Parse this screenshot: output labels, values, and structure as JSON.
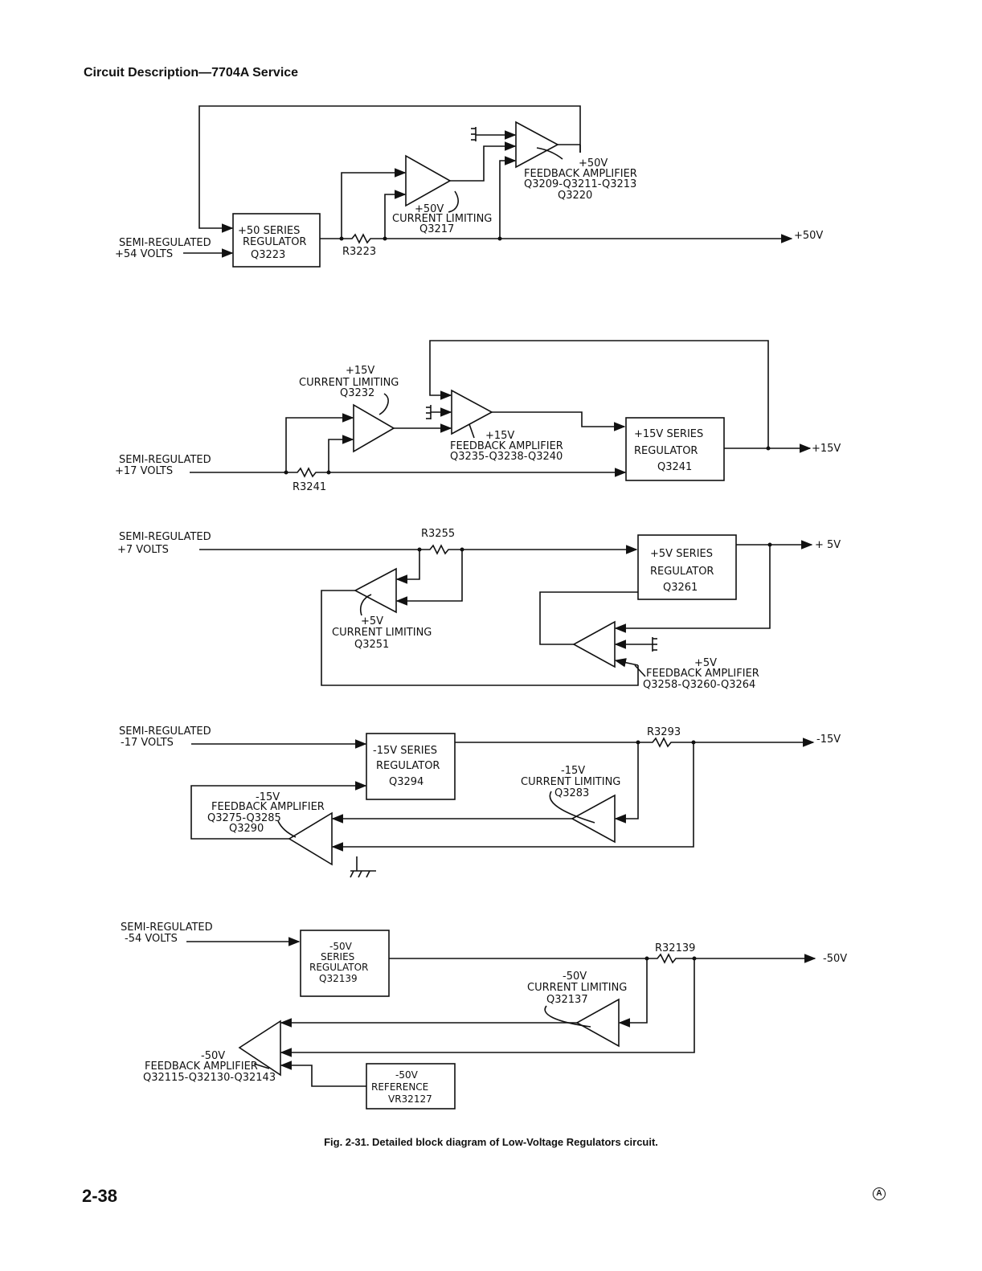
{
  "header": {
    "title": "Circuit Description—7704A Service"
  },
  "figure": {
    "caption": "Fig. 2-31. Detailed block diagram of Low-Voltage Regulators circuit."
  },
  "footer": {
    "page_number": "2-38",
    "mark": "A"
  },
  "sections": {
    "p50": {
      "input_line1": "SEMI-REGULATED",
      "input_line2": "+54 VOLTS",
      "reg_line1": "+50 SERIES",
      "reg_line2": "REGULATOR",
      "reg_line3": "Q3223",
      "resistor": "R3223",
      "cl_line1": "+50V",
      "cl_line2": "CURRENT LIMITING",
      "cl_line3": "Q3217",
      "fb_line1": "+50V",
      "fb_line2": "FEEDBACK AMPLIFIER",
      "fb_line3": "Q3209-Q3211-Q3213",
      "fb_line4": "Q3220",
      "output": "+50V"
    },
    "p15": {
      "input_line1": "SEMI-REGULATED",
      "input_line2": "+17 VOLTS",
      "resistor": "R3241",
      "cl_line1": "+15V",
      "cl_line2": "CURRENT LIMITING",
      "cl_line3": "Q3232",
      "fb_line1": "+15V",
      "fb_line2": "FEEDBACK AMPLIFIER",
      "fb_line3": "Q3235-Q3238-Q3240",
      "reg_line1": "+15V SERIES",
      "reg_line2": "REGULATOR",
      "reg_line3": "Q3241",
      "output": "+15V"
    },
    "p5": {
      "input_line1": "SEMI-REGULATED",
      "input_line2": "+7 VOLTS",
      "resistor": "R3255",
      "reg_line1": "+5V SERIES",
      "reg_line2": "REGULATOR",
      "reg_line3": "Q3261",
      "output": "+ 5V",
      "cl_line1": "+5V",
      "cl_line2": "CURRENT LIMITING",
      "cl_line3": "Q3251",
      "fb_line1": "+5V",
      "fb_line2": "FEEDBACK AMPLIFIER",
      "fb_line3": "Q3258-Q3260-Q3264"
    },
    "m15": {
      "input_line1": "SEMI-REGULATED",
      "input_line2": "-17 VOLTS",
      "reg_line1": "-15V SERIES",
      "reg_line2": "REGULATOR",
      "reg_line3": "Q3294",
      "resistor": "R3293",
      "output": "-15V",
      "cl_line1": "-15V",
      "cl_line2": "CURRENT LIMITING",
      "cl_line3": "Q3283",
      "fb_line1": "-15V",
      "fb_line2": "FEEDBACK AMPLIFIER",
      "fb_line3": "Q3275-Q3285",
      "fb_line4": "Q3290"
    },
    "m50": {
      "input_line1": "SEMI-REGULATED",
      "input_line2": "-54 VOLTS",
      "reg_line1": "-50V",
      "reg_line2": "SERIES",
      "reg_line3": "REGULATOR",
      "reg_line4": "Q32139",
      "resistor": "R32139",
      "output": "-50V",
      "cl_line1": "-50V",
      "cl_line2": "CURRENT LIMITING",
      "cl_line3": "Q32137",
      "fb_line1": "-50V",
      "fb_line2": "FEEDBACK AMPLIFIER",
      "fb_line3": "Q32115-Q32130-Q32143",
      "ref_line1": "-50V",
      "ref_line2": "REFERENCE",
      "ref_line3": "VR32127"
    }
  }
}
